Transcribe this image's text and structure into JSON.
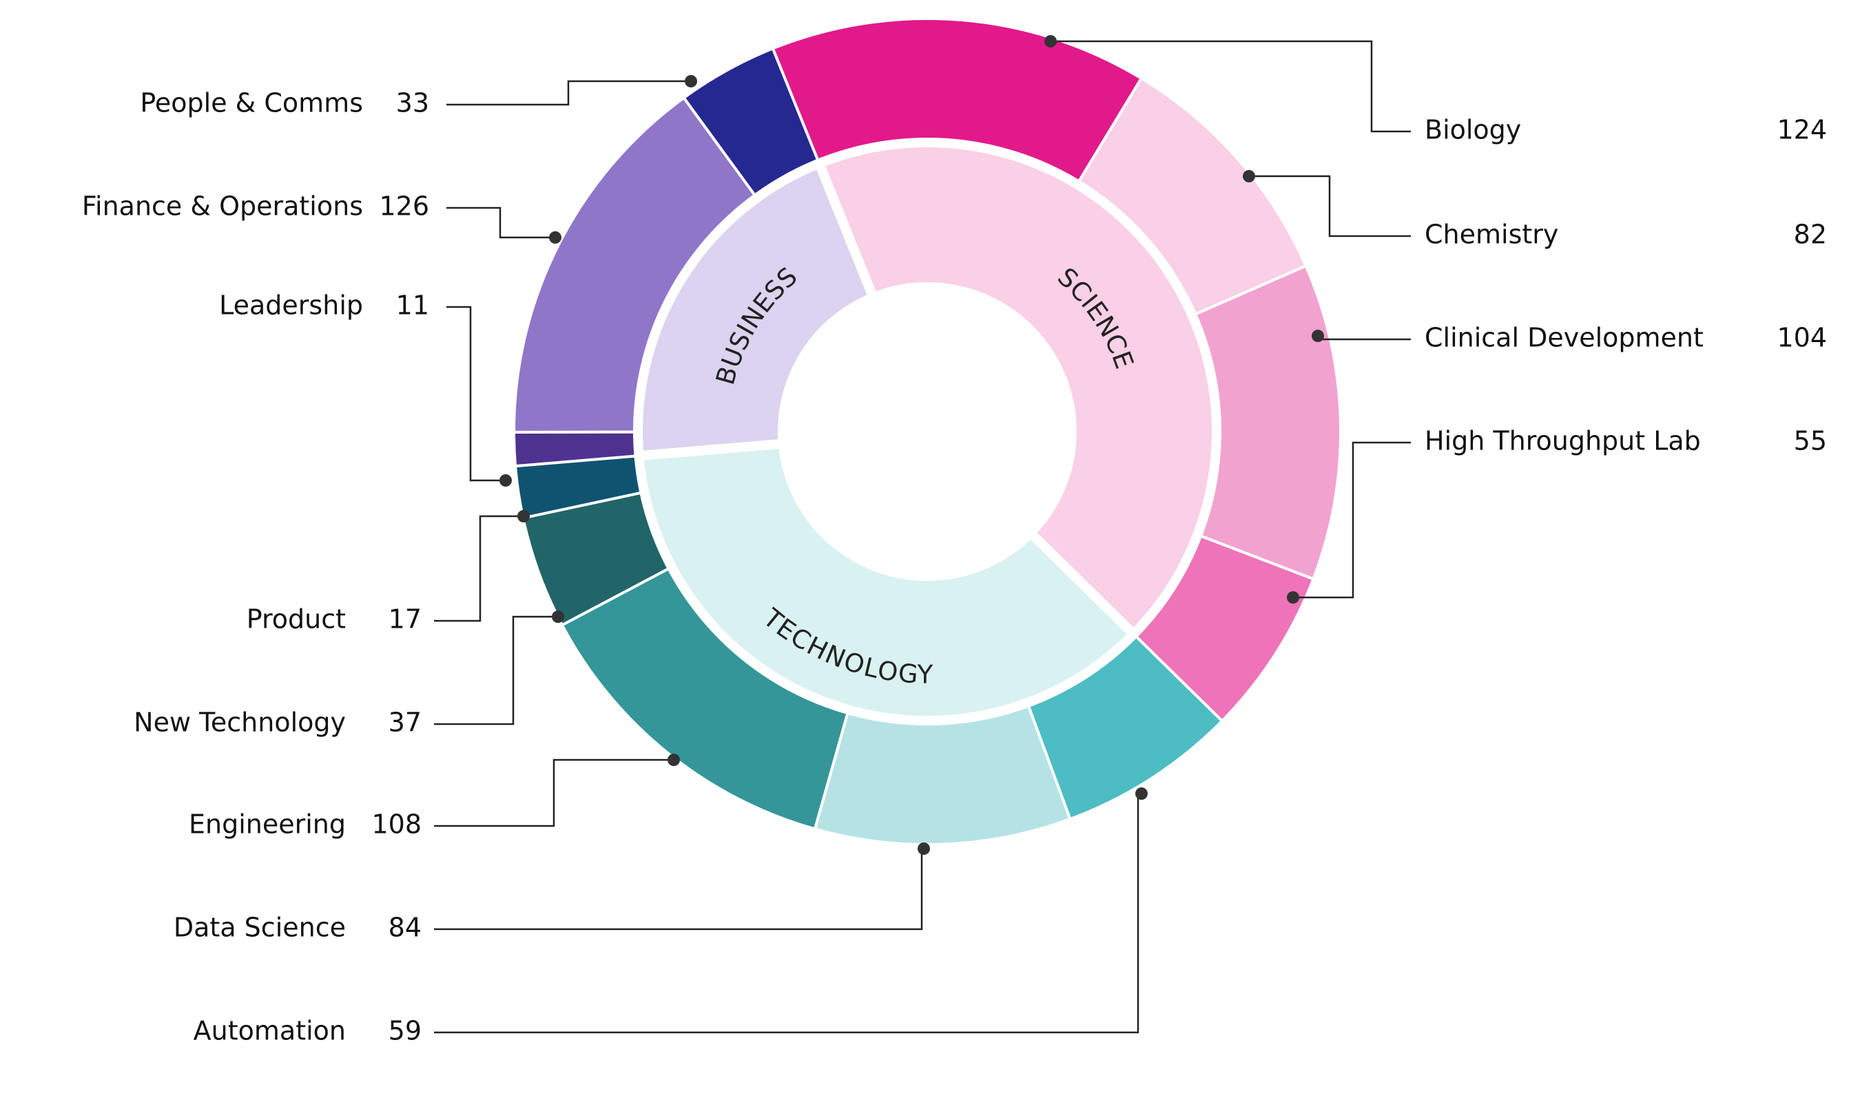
{
  "chart_data": {
    "type": "sunburst",
    "groups": [
      {
        "name": "SCIENCE",
        "color": "#f9d0e6",
        "items": [
          {
            "name": "Biology",
            "value": 124,
            "color": "#e2198a"
          },
          {
            "name": "Chemistry",
            "value": 82,
            "color": "#f9d0e6"
          },
          {
            "name": "Clinical Development",
            "value": 104,
            "color": "#f2a2cf"
          },
          {
            "name": "High Throughput Lab",
            "value": 55,
            "color": "#ef73b9"
          }
        ]
      },
      {
        "name": "TECHNOLOGY",
        "color": "#d9f1f1",
        "items": [
          {
            "name": "Automation",
            "value": 59,
            "color": "#4dbdc3"
          },
          {
            "name": "Data Science",
            "value": 84,
            "color": "#b5e3e5"
          },
          {
            "name": "Engineering",
            "value": 108,
            "color": "#349699"
          },
          {
            "name": "New Technology",
            "value": 37,
            "color": "#216569"
          },
          {
            "name": "Product",
            "value": 17,
            "color": "#105370"
          }
        ]
      },
      {
        "name": "BUSINESS",
        "color": "#dbd3ef",
        "items": [
          {
            "name": "Leadership",
            "value": 11,
            "color": "#4f3290"
          },
          {
            "name": "Finance & Operations",
            "value": 126,
            "color": "#8f76c9"
          },
          {
            "name": "People & Comms",
            "value": 33,
            "color": "#252891"
          }
        ]
      }
    ]
  }
}
